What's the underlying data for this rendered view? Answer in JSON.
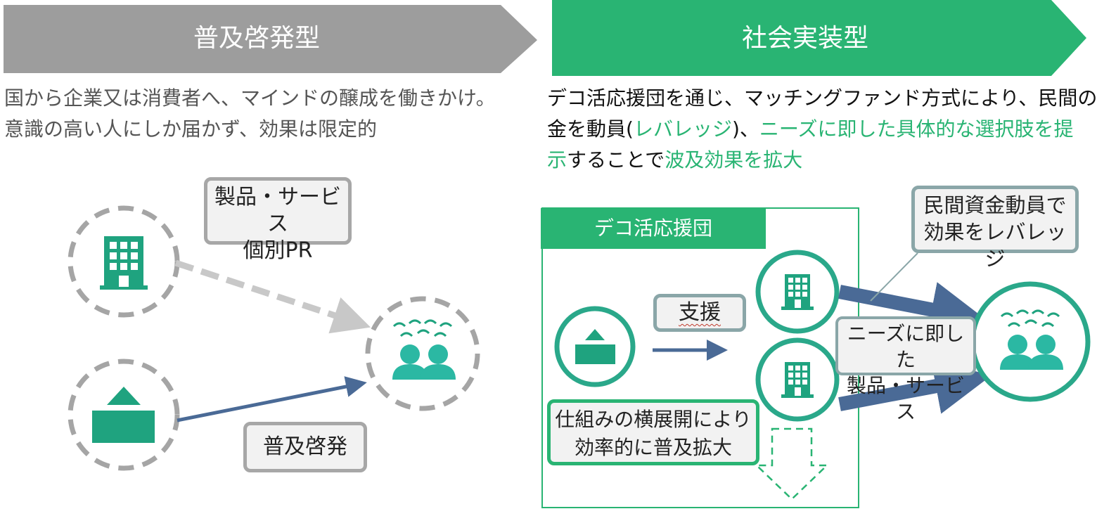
{
  "left": {
    "header": "普及啓発型",
    "desc_line1": "国から企業又は消費者へ、マインドの醸成を働きかけ。",
    "desc_line2": "意識の高い人にしか届かず、効果は限定的",
    "label_product_line1": "製品・サービス",
    "label_product_line2": "個別PR",
    "label_promo": "普及啓発"
  },
  "right": {
    "header": "社会実装型",
    "desc_line1": "デコ活応援団を通じ、マッチングファンド方式により、民間の資",
    "desc_line2_a": "金を動員(",
    "desc_line2_b": "レバレッジ",
    "desc_line2_c": ")、",
    "desc_line2_d": "ニーズに即した具体的な選択肢を提",
    "desc_line3_a": "示",
    "desc_line3_b": "することで",
    "desc_line3_c": "波及効果を拡大",
    "group_title": "デコ活応援団",
    "label_support": "支援",
    "label_private_line1": "民間資金動員で",
    "label_private_line2": "効果をレバレッジ",
    "label_needs_line1": "ニーズに即した",
    "label_needs_line2": "製品・サービス",
    "label_expand_line1": "仕組みの横展開により",
    "label_expand_line2": "効率的に普及拡大"
  },
  "colors": {
    "gray_header": "#9d9d9d",
    "green_header": "#29b473",
    "teal_icon": "#1fa37f",
    "navy_arrow": "#4a6a96",
    "green_text": "#29b473"
  }
}
